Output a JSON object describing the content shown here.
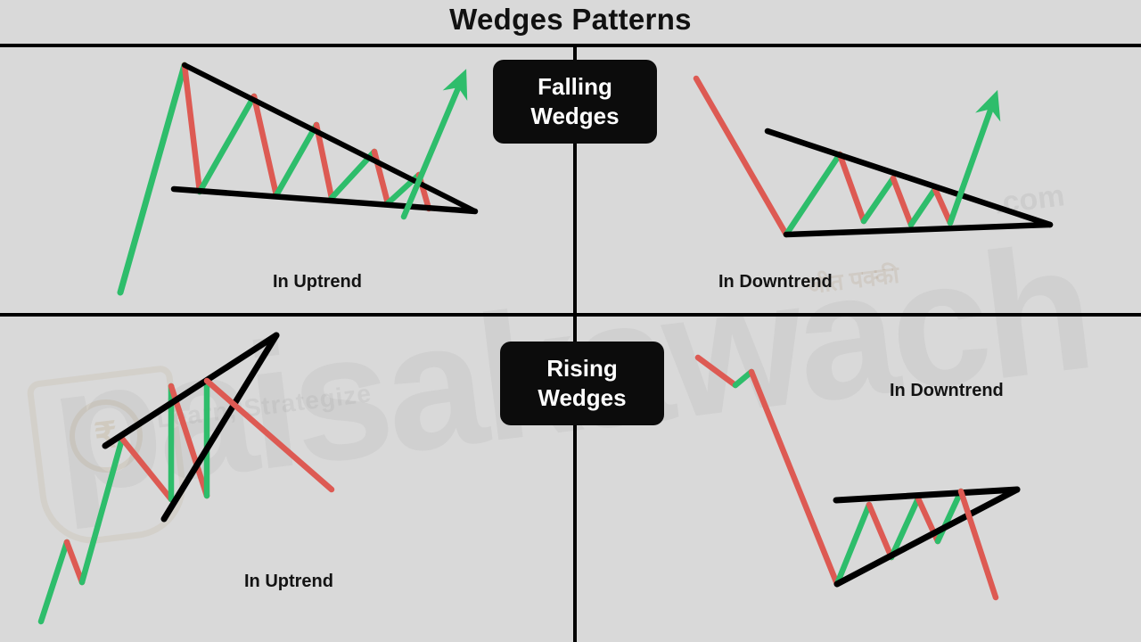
{
  "page": {
    "title": "Wedges Patterns",
    "background_color": "#d9d9d9"
  },
  "colors": {
    "bullish": "#2ebd6b",
    "bearish": "#dd5a53",
    "trendline": "#000000",
    "badge_background": "#0c0c0c",
    "badge_text": "#ffffff",
    "text": "#131313"
  },
  "badges": {
    "falling": {
      "line1": "Falling",
      "line2": "Wedges"
    },
    "rising": {
      "line1": "Rising",
      "line2": "Wedges"
    }
  },
  "quadrants": {
    "top_left": {
      "label": "In Uptrend",
      "pattern": "falling-wedge"
    },
    "top_right": {
      "label": "In Downtrend",
      "pattern": "falling-wedge"
    },
    "bottom_left": {
      "label": "In Uptrend",
      "pattern": "rising-wedge"
    },
    "bottom_right": {
      "label": "In Downtrend",
      "pattern": "rising-wedge"
    }
  },
  "watermark": {
    "brand": "paisakawach",
    "domain": ".com",
    "tagline": "Learn, Strategize",
    "tagline_hindi": "जीत पक्की",
    "coin_symbol": "₹"
  },
  "chart_data": [
    {
      "id": "falling-wedge-uptrend",
      "type": "line",
      "title": "In Uptrend",
      "pattern": "Falling Wedge",
      "trend_context": "uptrend",
      "breakout": "bullish",
      "grid": false,
      "legend": "none",
      "resistance_line": [
        [
          207,
          73
        ],
        [
          533,
          237
        ]
      ],
      "support_line": [
        [
          195,
          212
        ],
        [
          533,
          237
        ]
      ],
      "lead_in": [
        [
          135,
          328
        ],
        [
          207,
          73
        ]
      ],
      "zigzag": [
        [
          207,
          73
        ],
        [
          224,
          215
        ],
        [
          285,
          108
        ],
        [
          310,
          219
        ],
        [
          355,
          140
        ],
        [
          372,
          222
        ],
        [
          420,
          170
        ],
        [
          435,
          228
        ],
        [
          462,
          195
        ],
        [
          475,
          232
        ]
      ],
      "zigzag_directions": [
        "down",
        "up",
        "down",
        "up",
        "down",
        "up",
        "down",
        "up",
        "down"
      ],
      "breakout_arrow": [
        [
          453,
          243
        ],
        [
          519,
          88
        ]
      ]
    },
    {
      "id": "falling-wedge-downtrend",
      "type": "line",
      "title": "In Downtrend",
      "pattern": "Falling Wedge",
      "trend_context": "downtrend",
      "breakout": "bullish",
      "grid": false,
      "legend": "none",
      "resistance_line": [
        [
          861,
          147
        ],
        [
          1178,
          252
        ]
      ],
      "support_line": [
        [
          882,
          263
        ],
        [
          1178,
          252
        ]
      ],
      "lead_in": [
        [
          781,
          88
        ],
        [
          882,
          263
        ]
      ],
      "zigzag": [
        [
          882,
          263
        ],
        [
          942,
          173
        ],
        [
          969,
          248
        ],
        [
          1002,
          200
        ],
        [
          1022,
          252
        ],
        [
          1049,
          212
        ],
        [
          1066,
          247
        ]
      ],
      "zigzag_directions": [
        "up",
        "down",
        "up",
        "down",
        "up",
        "down"
      ],
      "breakout_arrow": [
        [
          1066,
          247
        ],
        [
          1116,
          112
        ]
      ]
    },
    {
      "id": "rising-wedge-uptrend",
      "type": "line",
      "title": "In Uptrend",
      "pattern": "Rising Wedge",
      "trend_context": "uptrend",
      "breakout": "bearish",
      "grid": false,
      "legend": "none",
      "resistance_line": [
        [
          118,
          500
        ],
        [
          310,
          376
        ]
      ],
      "support_line": [
        [
          184,
          582
        ],
        [
          310,
          376
        ]
      ],
      "lead_in": [
        [
          46,
          697
        ],
        [
          75,
          608
        ],
        [
          92,
          653
        ],
        [
          135,
          494
        ]
      ],
      "zigzag": [
        [
          135,
          494
        ],
        [
          192,
          557
        ],
        [
          192,
          433
        ],
        [
          232,
          556
        ],
        [
          232,
          427
        ],
        [
          262,
          500
        ]
      ],
      "zigzag_directions": [
        "down",
        "up",
        "down",
        "up",
        "down"
      ],
      "breakdown": [
        [
          232,
          427
        ],
        [
          372,
          549
        ]
      ]
    },
    {
      "id": "rising-wedge-downtrend",
      "type": "line",
      "title": "In Downtrend",
      "pattern": "Rising Wedge",
      "trend_context": "downtrend",
      "breakout": "bearish",
      "grid": false,
      "legend": "none",
      "resistance_line": [
        [
          938,
          561
        ],
        [
          1141,
          549
        ]
      ],
      "support_line": [
        [
          939,
          655
        ],
        [
          1141,
          549
        ]
      ],
      "lead_in": [
        [
          783,
          401
        ],
        [
          825,
          430
        ],
        [
          843,
          417
        ],
        [
          939,
          655
        ]
      ],
      "zigzag": [
        [
          939,
          655
        ],
        [
          975,
          566
        ],
        [
          1000,
          625
        ],
        [
          1030,
          559
        ],
        [
          1052,
          607
        ],
        [
          1078,
          551
        ],
        [
          1096,
          571
        ]
      ],
      "zigzag_directions": [
        "up",
        "down",
        "up",
        "down",
        "up",
        "down"
      ],
      "breakdown": [
        [
          1078,
          551
        ],
        [
          1117,
          670
        ]
      ]
    }
  ]
}
